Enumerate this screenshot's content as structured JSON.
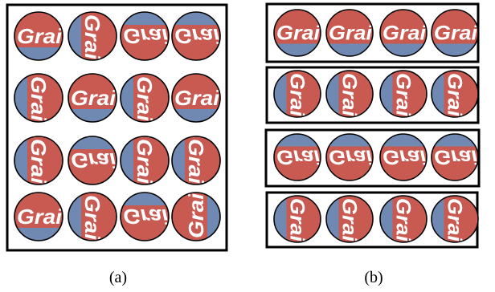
{
  "figure": {
    "coin_text": "Grai",
    "caption_a": "(a)",
    "caption_b": "(b)",
    "colors": {
      "coin_red": "#c95a52",
      "coin_blue": "#6f89b2",
      "frame": "#000000",
      "text": "#ffffff"
    },
    "panel_a": {
      "rows": [
        [
          {
            "rot": 0,
            "flip": false
          },
          {
            "rot": 90,
            "flip": false
          },
          {
            "rot": 180,
            "flip": true
          },
          {
            "rot": 180,
            "flip": true
          }
        ],
        [
          {
            "rot": 90,
            "flip": false
          },
          {
            "rot": 0,
            "flip": false
          },
          {
            "rot": 90,
            "flip": false
          },
          {
            "rot": 0,
            "flip": false
          }
        ],
        [
          {
            "rot": 90,
            "flip": false
          },
          {
            "rot": 180,
            "flip": true
          },
          {
            "rot": 90,
            "flip": false
          },
          {
            "rot": 90,
            "flip": false
          }
        ],
        [
          {
            "rot": 0,
            "flip": false
          },
          {
            "rot": 90,
            "flip": false
          },
          {
            "rot": 180,
            "flip": true
          },
          {
            "rot": 270,
            "flip": false
          }
        ]
      ]
    },
    "panel_b": {
      "rows": [
        [
          {
            "rot": 0,
            "flip": false
          },
          {
            "rot": 0,
            "flip": false
          },
          {
            "rot": 0,
            "flip": false
          },
          {
            "rot": 0,
            "flip": false
          }
        ],
        [
          {
            "rot": 90,
            "flip": false
          },
          {
            "rot": 90,
            "flip": false
          },
          {
            "rot": 90,
            "flip": false
          },
          {
            "rot": 90,
            "flip": false
          }
        ],
        [
          {
            "rot": 180,
            "flip": true
          },
          {
            "rot": 180,
            "flip": true
          },
          {
            "rot": 180,
            "flip": true
          },
          {
            "rot": 180,
            "flip": true
          }
        ],
        [
          {
            "rot": 90,
            "flip": false
          },
          {
            "rot": 90,
            "flip": false
          },
          {
            "rot": 90,
            "flip": false
          },
          {
            "rot": 90,
            "flip": false
          }
        ]
      ]
    }
  }
}
